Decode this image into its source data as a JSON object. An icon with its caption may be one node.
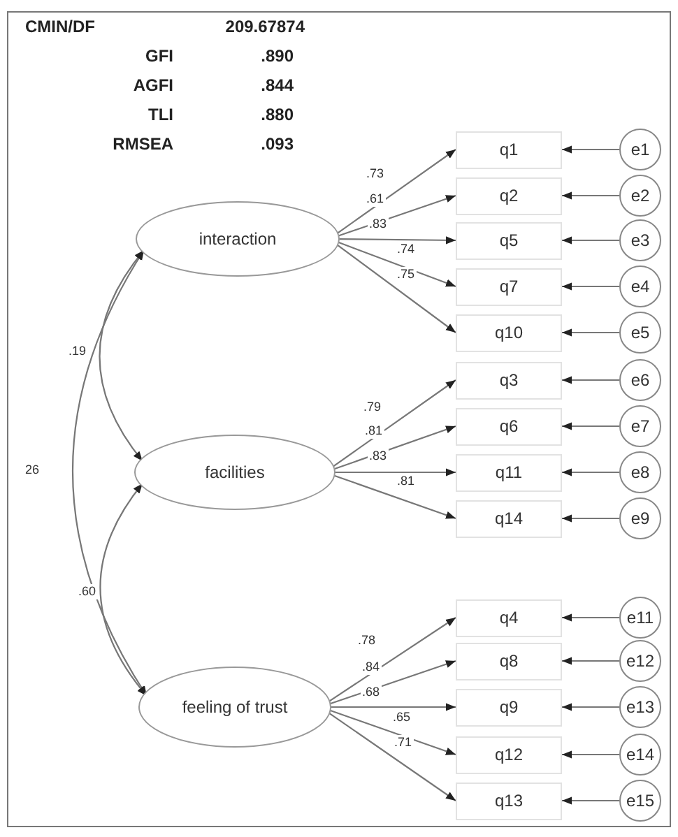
{
  "diagram": {
    "nodes": [
      {
        "text": [
          "interaction"
        ]
      },
      {
        "text": [
          "facilities"
        ]
      },
      {
        "text": [
          "feeling of trust"
        ]
      },
      {
        "text": [
          "q1"
        ]
      },
      {
        "text": [
          "q2"
        ]
      },
      {
        "text": [
          "q5"
        ]
      },
      {
        "text": [
          "q7"
        ]
      },
      {
        "text": [
          "q10"
        ]
      },
      {
        "text": [
          "q3"
        ]
      },
      {
        "text": [
          "q6"
        ]
      },
      {
        "text": [
          "q11"
        ]
      },
      {
        "text": [
          "q14"
        ]
      },
      {
        "text": [
          "q4"
        ]
      },
      {
        "text": [
          "q8"
        ]
      },
      {
        "text": [
          "q9"
        ]
      },
      {
        "text": [
          "q12"
        ]
      },
      {
        "text": [
          "q13"
        ]
      },
      {
        "text": [
          "e1"
        ]
      },
      {
        "text": [
          "e2"
        ]
      },
      {
        "text": [
          "e3"
        ]
      },
      {
        "text": [
          "e4"
        ]
      },
      {
        "text": [
          "e5"
        ]
      },
      {
        "text": [
          "e6"
        ]
      },
      {
        "text": [
          "e7"
        ]
      },
      {
        "text": [
          "e8"
        ]
      },
      {
        "text": [
          "e9"
        ]
      },
      {
        "text": [
          "e11"
        ]
      },
      {
        "text": [
          "e12"
        ]
      },
      {
        "text": [
          "e13"
        ]
      },
      {
        "text": [
          "e14"
        ]
      },
      {
        "text": [
          "e15"
        ]
      }
    ],
    "edges": [
      {
        "from": 0,
        "to": 3,
        "arrow": "to",
        "label": ".73"
      },
      {
        "from": 0,
        "to": 4,
        "arrow": "to",
        "label": ".61"
      },
      {
        "from": 0,
        "to": 5,
        "arrow": "to",
        "label": ".83"
      },
      {
        "from": 0,
        "to": 6,
        "arrow": "to",
        "label": ".74"
      },
      {
        "from": 0,
        "to": 7,
        "arrow": "to",
        "label": ".75"
      },
      {
        "from": 1,
        "to": 8,
        "arrow": "to",
        "label": ".79"
      },
      {
        "from": 1,
        "to": 9,
        "arrow": "to",
        "label": ".81"
      },
      {
        "from": 1,
        "to": 10,
        "arrow": "to",
        "label": ".83"
      },
      {
        "from": 1,
        "to": 11,
        "arrow": "to",
        "label": ".81"
      },
      {
        "from": 2,
        "to": 12,
        "arrow": "to",
        "label": ".78"
      },
      {
        "from": 2,
        "to": 13,
        "arrow": "to",
        "label": ".84"
      },
      {
        "from": 2,
        "to": 14,
        "arrow": "to",
        "label": ".68"
      },
      {
        "from": 2,
        "to": 15,
        "arrow": "to",
        "label": ".65"
      },
      {
        "from": 2,
        "to": 16,
        "arrow": "to",
        "label": ".71"
      },
      {
        "from": 17,
        "to": 3,
        "arrow": "to"
      },
      {
        "from": 18,
        "to": 4,
        "arrow": "to"
      },
      {
        "from": 19,
        "to": 5,
        "arrow": "to"
      },
      {
        "from": 20,
        "to": 6,
        "arrow": "to"
      },
      {
        "from": 21,
        "to": 7,
        "arrow": "to"
      },
      {
        "from": 22,
        "to": 8,
        "arrow": "to"
      },
      {
        "from": 23,
        "to": 9,
        "arrow": "to"
      },
      {
        "from": 24,
        "to": 10,
        "arrow": "to"
      },
      {
        "from": 25,
        "to": 11,
        "arrow": "to"
      },
      {
        "from": 26,
        "to": 12,
        "arrow": "to"
      },
      {
        "from": 27,
        "to": 13,
        "arrow": "to"
      },
      {
        "from": 28,
        "to": 14,
        "arrow": "to"
      },
      {
        "from": 29,
        "to": 15,
        "arrow": "to"
      },
      {
        "from": 30,
        "to": 16,
        "arrow": "to"
      },
      {
        "from": 0,
        "to": 1,
        "arrow": "both",
        "label": ".19"
      },
      {
        "from": 0,
        "to": 2,
        "arrow": "both",
        "label": "26"
      },
      {
        "from": 1,
        "to": 2,
        "arrow": "both",
        "label": ".60"
      }
    ],
    "labels": [
      "CMIN/DF",
      "209.67874",
      "GFI",
      ".890",
      "AGFI",
      ".844",
      "TLI",
      ".880",
      "RMSEA",
      ".093"
    ]
  }
}
